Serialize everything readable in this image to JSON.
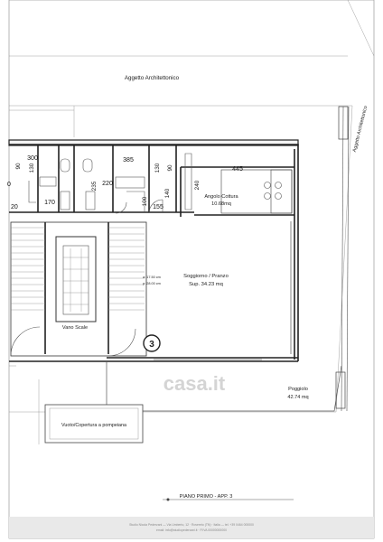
{
  "labels": {
    "aggetto_top": "Aggetto Architettonico",
    "aggetto_right": "Aggetto Architettonico",
    "angolo_cottura_name": "Angolo Cottura",
    "angolo_cottura_area": "10.68mq",
    "soggiorno_name": "Soggiorno / Pranzo",
    "soggiorno_area": "Sup. 34.23 mq",
    "stair_alzata": "a: 17.50 cm",
    "stair_pedata": "p: 28.00 cm",
    "vano_scale": "Vano Scale",
    "apartment_number": "3",
    "poggiolo_name": "Poggiolo",
    "poggiolo_area": "42.74 mq",
    "vuoto": "Vuoto/Copertura a pompeiana",
    "title": "PIANO PRIMO - APP. 3",
    "watermark": "casa.it"
  },
  "dimensions": {
    "d300": "300",
    "d385": "385",
    "d445": "445",
    "d90a": "90",
    "d130a": "130",
    "d130b": "130",
    "d90b": "90",
    "d235": "235",
    "d220": "220",
    "d170": "170",
    "d20": "20",
    "d0": "0",
    "d240": "240",
    "d140": "140",
    "d100": "100",
    "d155": "155"
  },
  "footer": {
    "line1": "Studio Nicola Pederzani — Via Umberto, 12 · Rovereto (TN) · Italia — tel. +39 0464 000000",
    "line2": "email: info@studiopederzani.it · P.IVA 00000000000"
  },
  "colors": {
    "wall": "#222222",
    "footer_band": "#e9e9e9",
    "watermark": "#bdbdbd"
  }
}
